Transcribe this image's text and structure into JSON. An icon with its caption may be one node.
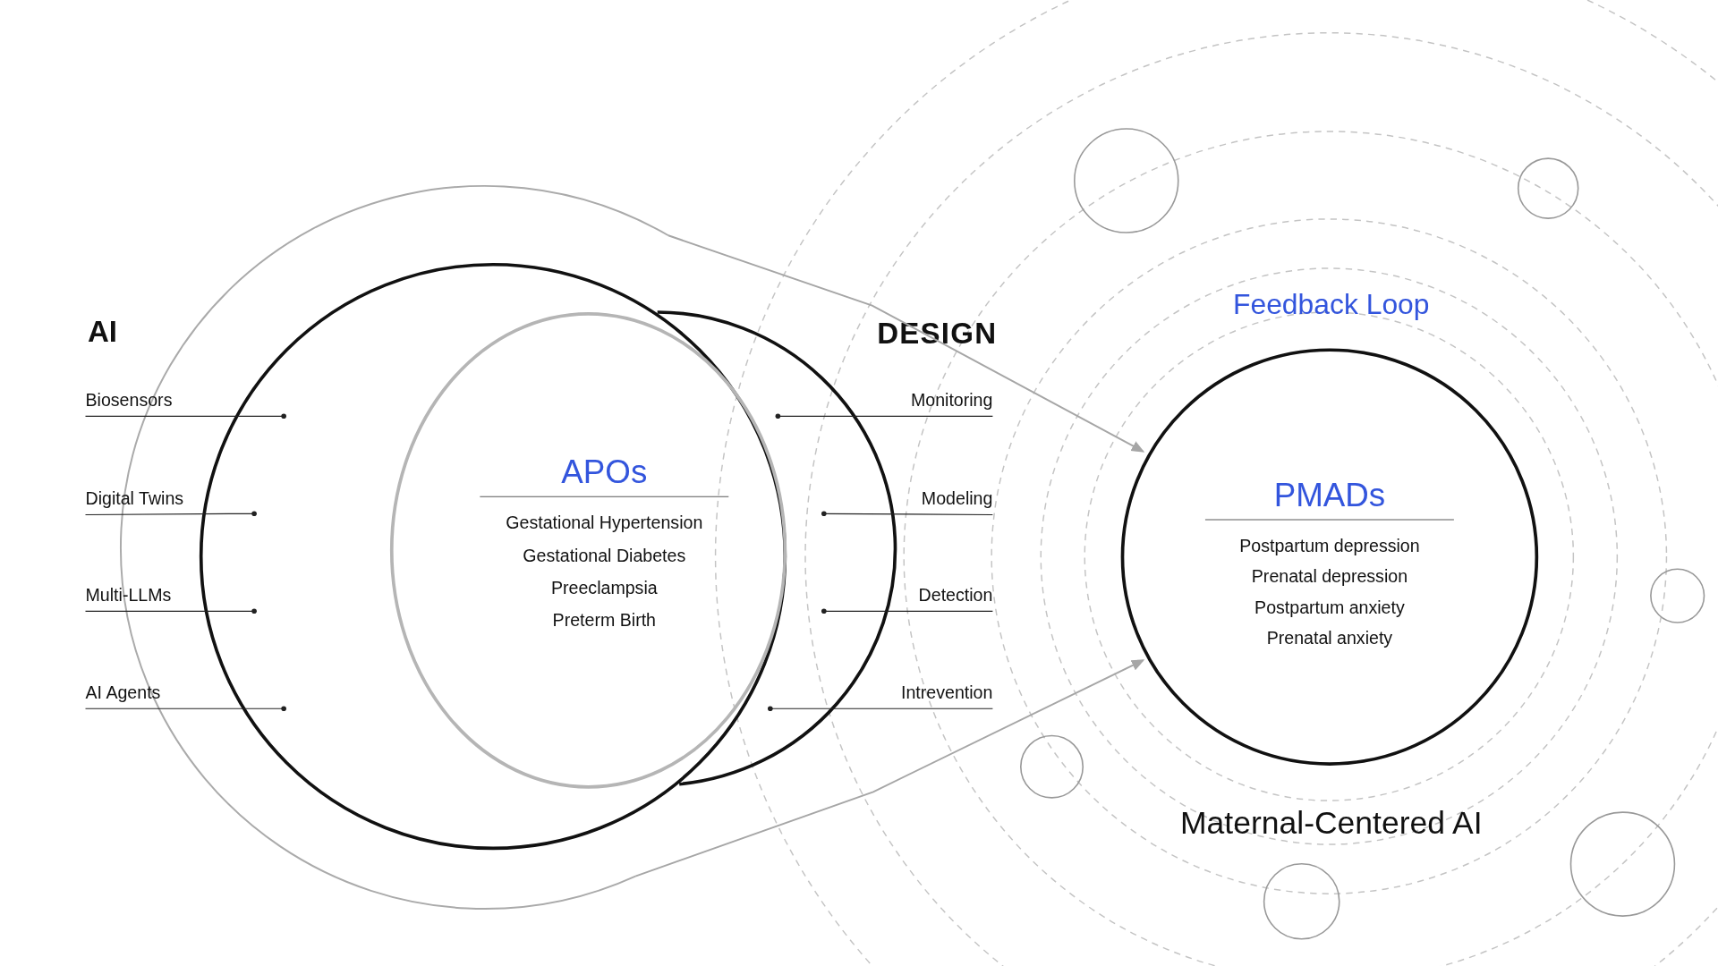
{
  "diagram": {
    "nodes": [
      {
        "text": [],
        "shape": "arc"
      },
      {
        "text": [],
        "shape": "circle"
      },
      {
        "text": [],
        "shape": "arc"
      },
      {
        "text": [
          "APOs",
          "Gestational Hypertension",
          "Gestational Diabetes",
          "Preeclampsia",
          "Preterm Birth"
        ],
        "in": 1
      },
      {
        "text": [
          "Biosensors"
        ]
      },
      {
        "text": [
          "Digital Twins"
        ]
      },
      {
        "text": [
          "Multi-LLMs"
        ]
      },
      {
        "text": [
          "AI Agents"
        ]
      },
      {
        "text": [
          "Monitoring"
        ]
      },
      {
        "text": [
          "Modeling"
        ]
      },
      {
        "text": [
          "Detection"
        ]
      },
      {
        "text": [
          "Intrevention"
        ]
      },
      {
        "text": [
          "PMADs",
          "Postpartum depression",
          "Prenatal depression",
          "Postpartum anxiety",
          "Prenatal anxiety"
        ]
      },
      {
        "text": [],
        "shape": "circle"
      },
      {
        "text": [],
        "shape": "circle"
      },
      {
        "text": [],
        "shape": "circle"
      },
      {
        "text": [],
        "shape": "circle"
      },
      {
        "text": [],
        "shape": "circle"
      },
      {
        "text": [],
        "shape": "circle"
      }
    ],
    "edges": [
      {
        "from": 0,
        "to": 12,
        "arrow": "to",
        "color": "#a6a6a6"
      },
      {
        "from": 0,
        "to": 12,
        "arrow": "to",
        "color": "#a6a6a6"
      },
      {
        "from": 4,
        "to": 1,
        "arrow": "other"
      },
      {
        "from": 5,
        "to": 1,
        "arrow": "other"
      },
      {
        "from": 6,
        "to": 1,
        "arrow": "other"
      },
      {
        "from": 7,
        "to": 1,
        "arrow": "other"
      },
      {
        "from": 8,
        "to": 2,
        "arrow": "other"
      },
      {
        "from": 9,
        "to": 2,
        "arrow": "other"
      },
      {
        "from": 10,
        "to": 2,
        "arrow": "other"
      },
      {
        "from": 11,
        "to": 2,
        "arrow": "other"
      }
    ],
    "labels": [
      "AI",
      "DESIGN",
      "Feedback Loop",
      "Maternal-Centered AI"
    ]
  }
}
